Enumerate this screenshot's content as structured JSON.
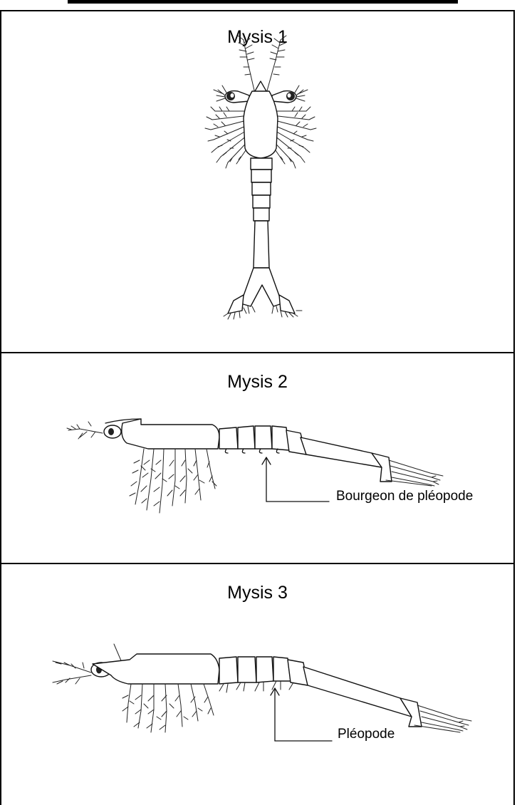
{
  "panels": [
    {
      "title": "Mysis 1"
    },
    {
      "title": "Mysis 2",
      "annotation": "Bourgeon de pléopode"
    },
    {
      "title": "Mysis 3",
      "annotation": "Pléopode"
    }
  ]
}
